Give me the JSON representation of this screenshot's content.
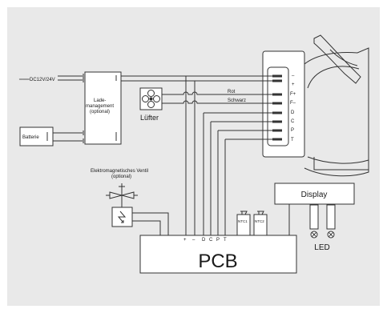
{
  "colors": {
    "background": "#e9e9e9",
    "line": "#333333",
    "box": "#ffffff"
  },
  "power_input": {
    "symbol": "═══",
    "label": "DC12V/24V"
  },
  "battery": {
    "label": "Batterie"
  },
  "charge_management": {
    "line1": "Lade-",
    "line2": "management",
    "line3": "(optional)"
  },
  "fan": {
    "label": "Lüfter",
    "icon": "fan-icon"
  },
  "wires": {
    "red": "Rot",
    "black": "Schwarz"
  },
  "connector_pins": [
    "–",
    "+",
    "F+",
    "F–",
    "D",
    "C",
    "P",
    "T"
  ],
  "valve": {
    "line1": "Elektromagnetisches Ventil",
    "line2": "(optional)",
    "icon": "solenoid-valve-icon"
  },
  "ntc": {
    "ntc1": "NTC1",
    "ntc2": "NTC2"
  },
  "pcb": {
    "label": "PCB",
    "pins": [
      "+",
      "–",
      "D",
      "C",
      "P",
      "T"
    ]
  },
  "display": {
    "label": "Display"
  },
  "led": {
    "label": "LED",
    "icon": "led-lamp-icon"
  }
}
